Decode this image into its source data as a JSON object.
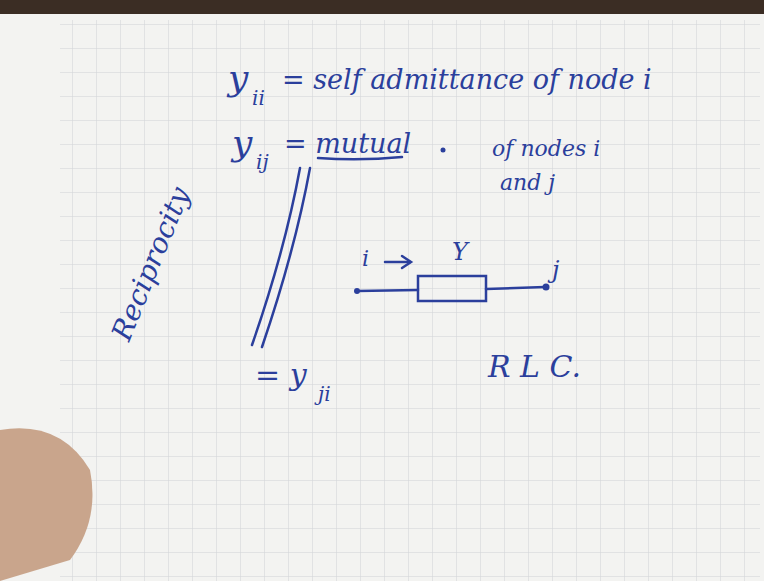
{
  "diagram": {
    "labels": [
      "y",
      "ii",
      "= self admittance of node i",
      "y",
      "ij",
      "= mutual",
      "of nodes i",
      "and j",
      "Reciprocity",
      "i",
      "Y",
      "j",
      "= y",
      "ji",
      "R L C."
    ]
  }
}
